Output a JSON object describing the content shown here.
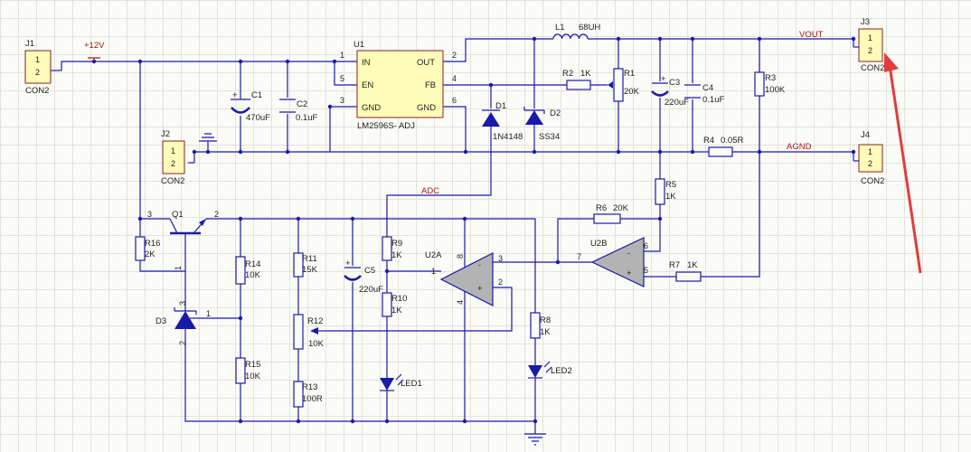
{
  "nets": {
    "v12": "+12V",
    "vout": "VOUT",
    "agnd": "AGND",
    "adc": "ADC"
  },
  "connectors": {
    "j1": {
      "ref": "J1",
      "type": "CON2",
      "p1": "1",
      "p2": "2"
    },
    "j2": {
      "ref": "J2",
      "type": "CON2",
      "p1": "1",
      "p2": "2"
    },
    "j3": {
      "ref": "J3",
      "type": "CON2",
      "p1": "1",
      "p2": "2"
    },
    "j4": {
      "ref": "J4",
      "type": "CON2",
      "p1": "1",
      "p2": "2"
    }
  },
  "u1": {
    "ref": "U1",
    "part": "LM2596S- ADJ",
    "in": "IN",
    "en": "EN",
    "gnd": "GND",
    "out": "OUT",
    "fb": "FB",
    "gnd2": "GND",
    "p1": "1",
    "p5": "5",
    "p3": "3",
    "p2": "2",
    "p4": "4",
    "p6": "6"
  },
  "parts": {
    "c1": {
      "ref": "C1",
      "val": "470uF"
    },
    "c2": {
      "ref": "C2",
      "val": "0.1uF"
    },
    "l1": {
      "ref": "L1",
      "val": "68UH"
    },
    "d1": {
      "ref": "D1",
      "val": "1N4148"
    },
    "d2": {
      "ref": "D2",
      "val": "SS34"
    },
    "r1": {
      "ref": "R1",
      "val": "20K"
    },
    "r2": {
      "ref": "R2",
      "val": "1K"
    },
    "c3": {
      "ref": "C3",
      "val": "220uF"
    },
    "c4": {
      "ref": "C4",
      "val": "0.1uF"
    },
    "r3": {
      "ref": "R3",
      "val": "100K"
    },
    "r4": {
      "ref": "R4",
      "val": "0.05R"
    },
    "r5": {
      "ref": "R5",
      "val": "1K"
    },
    "r6": {
      "ref": "R6",
      "val": "20K"
    },
    "r7": {
      "ref": "R7",
      "val": "1K"
    },
    "q1": {
      "ref": "Q1",
      "p3": "3",
      "p2": "2",
      "p1": "1"
    },
    "r16": {
      "ref": "R16",
      "val": "2K"
    },
    "d3": {
      "ref": "D3",
      "p3": "3",
      "p2": "2",
      "p1": "1"
    },
    "r14": {
      "ref": "R14",
      "val": "10K"
    },
    "r15": {
      "ref": "R15",
      "val": "10K"
    },
    "r11": {
      "ref": "R11",
      "val": "15K"
    },
    "r12": {
      "ref": "R12",
      "val": "10K"
    },
    "r13": {
      "ref": "R13",
      "val": "100R"
    },
    "c5": {
      "ref": "C5",
      "val": "220uF"
    },
    "r9": {
      "ref": "R9",
      "val": "1K"
    },
    "r10": {
      "ref": "R10",
      "val": "1K"
    },
    "led1": {
      "ref": "LED1"
    },
    "led2": {
      "ref": "LED2"
    },
    "r8": {
      "ref": "R8",
      "val": "1K"
    }
  },
  "u2a": {
    "ref": "U2A",
    "p1": "1",
    "p2": "2",
    "p3": "3",
    "p4": "4",
    "p8": "8",
    "minus": "-",
    "plus": "+"
  },
  "u2b": {
    "ref": "U2B",
    "p5": "5",
    "p6": "6",
    "p7": "7",
    "minus": "-",
    "plus": "+"
  },
  "colors": {
    "wire": "#1a1aa8",
    "body": "#8a2020",
    "fill": "#fffbb8",
    "net": "#9c1414",
    "annotation": "#e23c3c"
  }
}
